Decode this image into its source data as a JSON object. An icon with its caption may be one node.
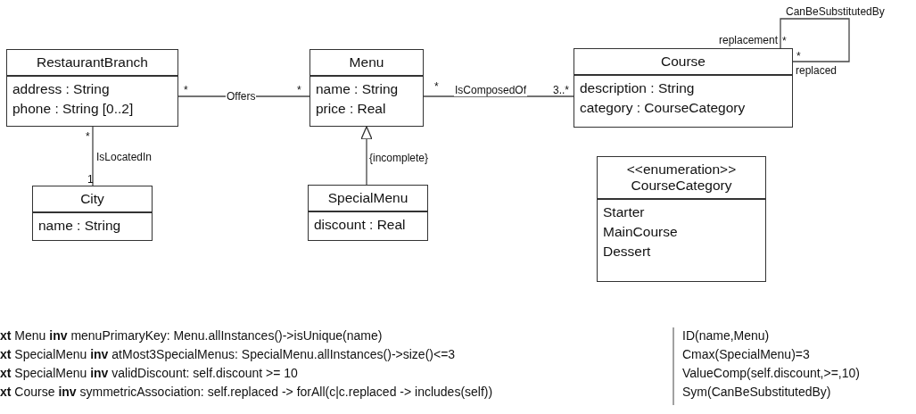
{
  "diagram": {
    "nodes": [
      {
        "text": [
          "RestaurantBranch",
          "address : String",
          "phone : String [0..2]"
        ]
      },
      {
        "text": [
          "Menu",
          "name : String",
          "price : Real"
        ]
      },
      {
        "text": [
          "Course",
          "description : String",
          "category : CourseCategory"
        ]
      },
      {
        "text": [
          "City",
          "name : String"
        ]
      },
      {
        "text": [
          "SpecialMenu",
          "discount : Real"
        ]
      },
      {
        "text": [
          "<<enumeration>> CourseCategory",
          "Starter",
          "MainCourse",
          "Dessert"
        ]
      }
    ],
    "edges": [
      {
        "from": 0,
        "to": 1,
        "arrow": "none",
        "label": "Offers"
      },
      {
        "from": 1,
        "to": 2,
        "arrow": "other",
        "label": "IsComposedOf"
      },
      {
        "from": 0,
        "to": 3,
        "arrow": "none",
        "label": "IsLocatedIn"
      },
      {
        "from": 4,
        "to": 1,
        "arrow": "to",
        "label": "{incomplete}"
      },
      {
        "from": 2,
        "to": 2,
        "arrow": "none",
        "label": "CanBeSubstitutedBy"
      }
    ],
    "labels": [
      "replacement",
      "*",
      "*",
      "replaced",
      "*",
      "*",
      "*",
      "3..*",
      "*",
      "1",
      "**xt** Menu **inv** menuPrimaryKey: Menu.allInstances()->isUnique(name)",
      "ID(name,Menu)",
      "**xt** SpecialMenu **inv** atMost3SpecialMenus: SpecialMenu.allInstances()->size()<=3",
      "Cmax(SpecialMenu)=3",
      "**xt** SpecialMenu **inv** validDiscount: self.discount >= 10",
      "ValueComp(self.discount,>=,10)",
      "**xt** Course **inv** symmetricAssociation: self.replaced -> forAll(c|c.replaced -> includes(self))",
      "Sym(CanBeSubstitutedBy)"
    ]
  }
}
